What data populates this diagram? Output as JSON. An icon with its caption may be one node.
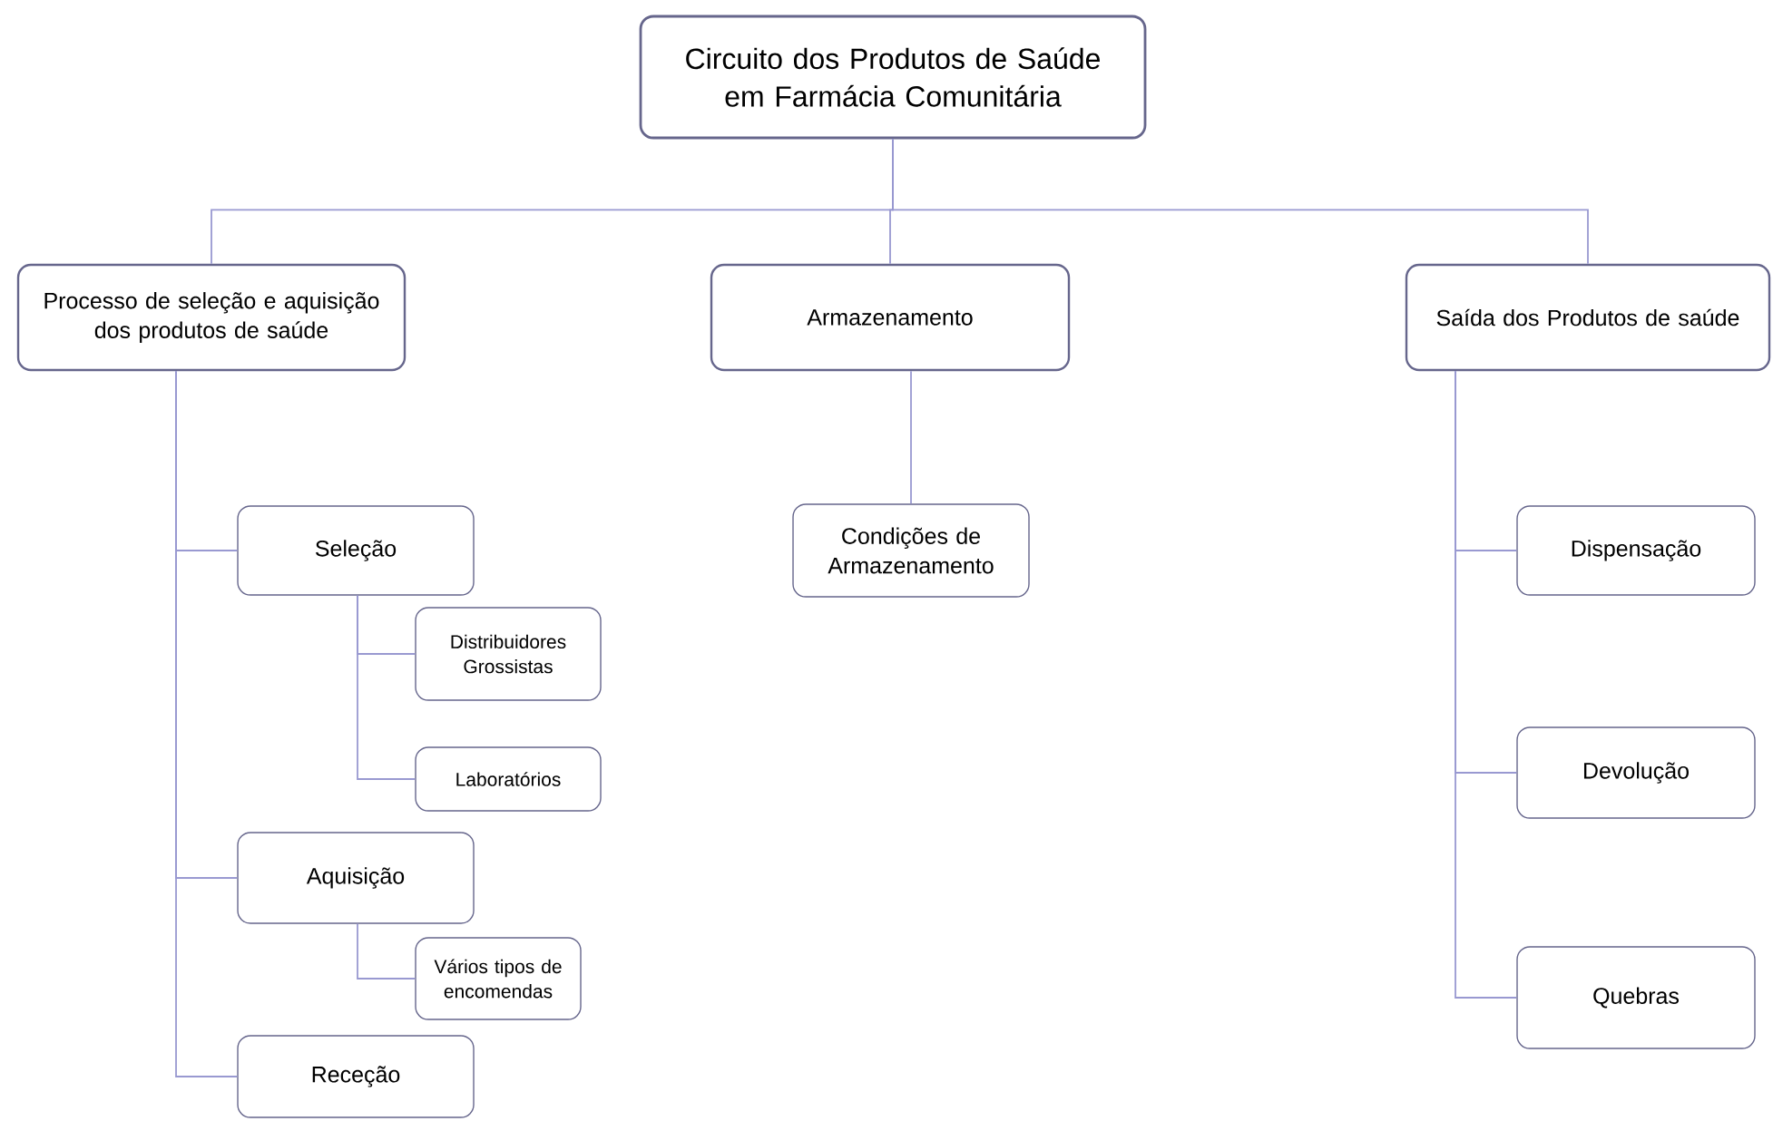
{
  "diagram": {
    "nodes": [
      {
        "text": [
          "Circuito dos Produtos de Saúde em Farmácia Comunitária"
        ]
      },
      {
        "text": [
          "Processo de seleção e aquisição dos produtos de saúde"
        ]
      },
      {
        "text": [
          "Armazenamento"
        ]
      },
      {
        "text": [
          "Saída dos Produtos de saúde"
        ]
      },
      {
        "text": [
          "Seleção"
        ]
      },
      {
        "text": [
          "Distribuidores Grossistas"
        ]
      },
      {
        "text": [
          "Laboratórios"
        ]
      },
      {
        "text": [
          "Aquisição"
        ]
      },
      {
        "text": [
          "Vários tipos de encomendas"
        ]
      },
      {
        "text": [
          "Receção"
        ]
      },
      {
        "text": [
          "Condições de Armazenamento"
        ]
      },
      {
        "text": [
          "Dispensação"
        ]
      },
      {
        "text": [
          "Devolução"
        ]
      },
      {
        "text": [
          "Quebras"
        ]
      }
    ],
    "edges": [
      {
        "from": 0,
        "to": 1,
        "arrow": "none"
      },
      {
        "from": 0,
        "to": 2,
        "arrow": "none"
      },
      {
        "from": 0,
        "to": 3,
        "arrow": "none"
      },
      {
        "from": 1,
        "to": 4,
        "arrow": "none"
      },
      {
        "from": 4,
        "to": 5,
        "arrow": "none"
      },
      {
        "from": 4,
        "to": 6,
        "arrow": "none"
      },
      {
        "from": 1,
        "to": 7,
        "arrow": "none"
      },
      {
        "from": 7,
        "to": 8,
        "arrow": "none"
      },
      {
        "from": 1,
        "to": 9,
        "arrow": "none"
      },
      {
        "from": 2,
        "to": 10,
        "arrow": "none"
      },
      {
        "from": 3,
        "to": 11,
        "arrow": "none"
      },
      {
        "from": 3,
        "to": 12,
        "arrow": "none"
      },
      {
        "from": 3,
        "to": 13,
        "arrow": "none"
      }
    ]
  }
}
